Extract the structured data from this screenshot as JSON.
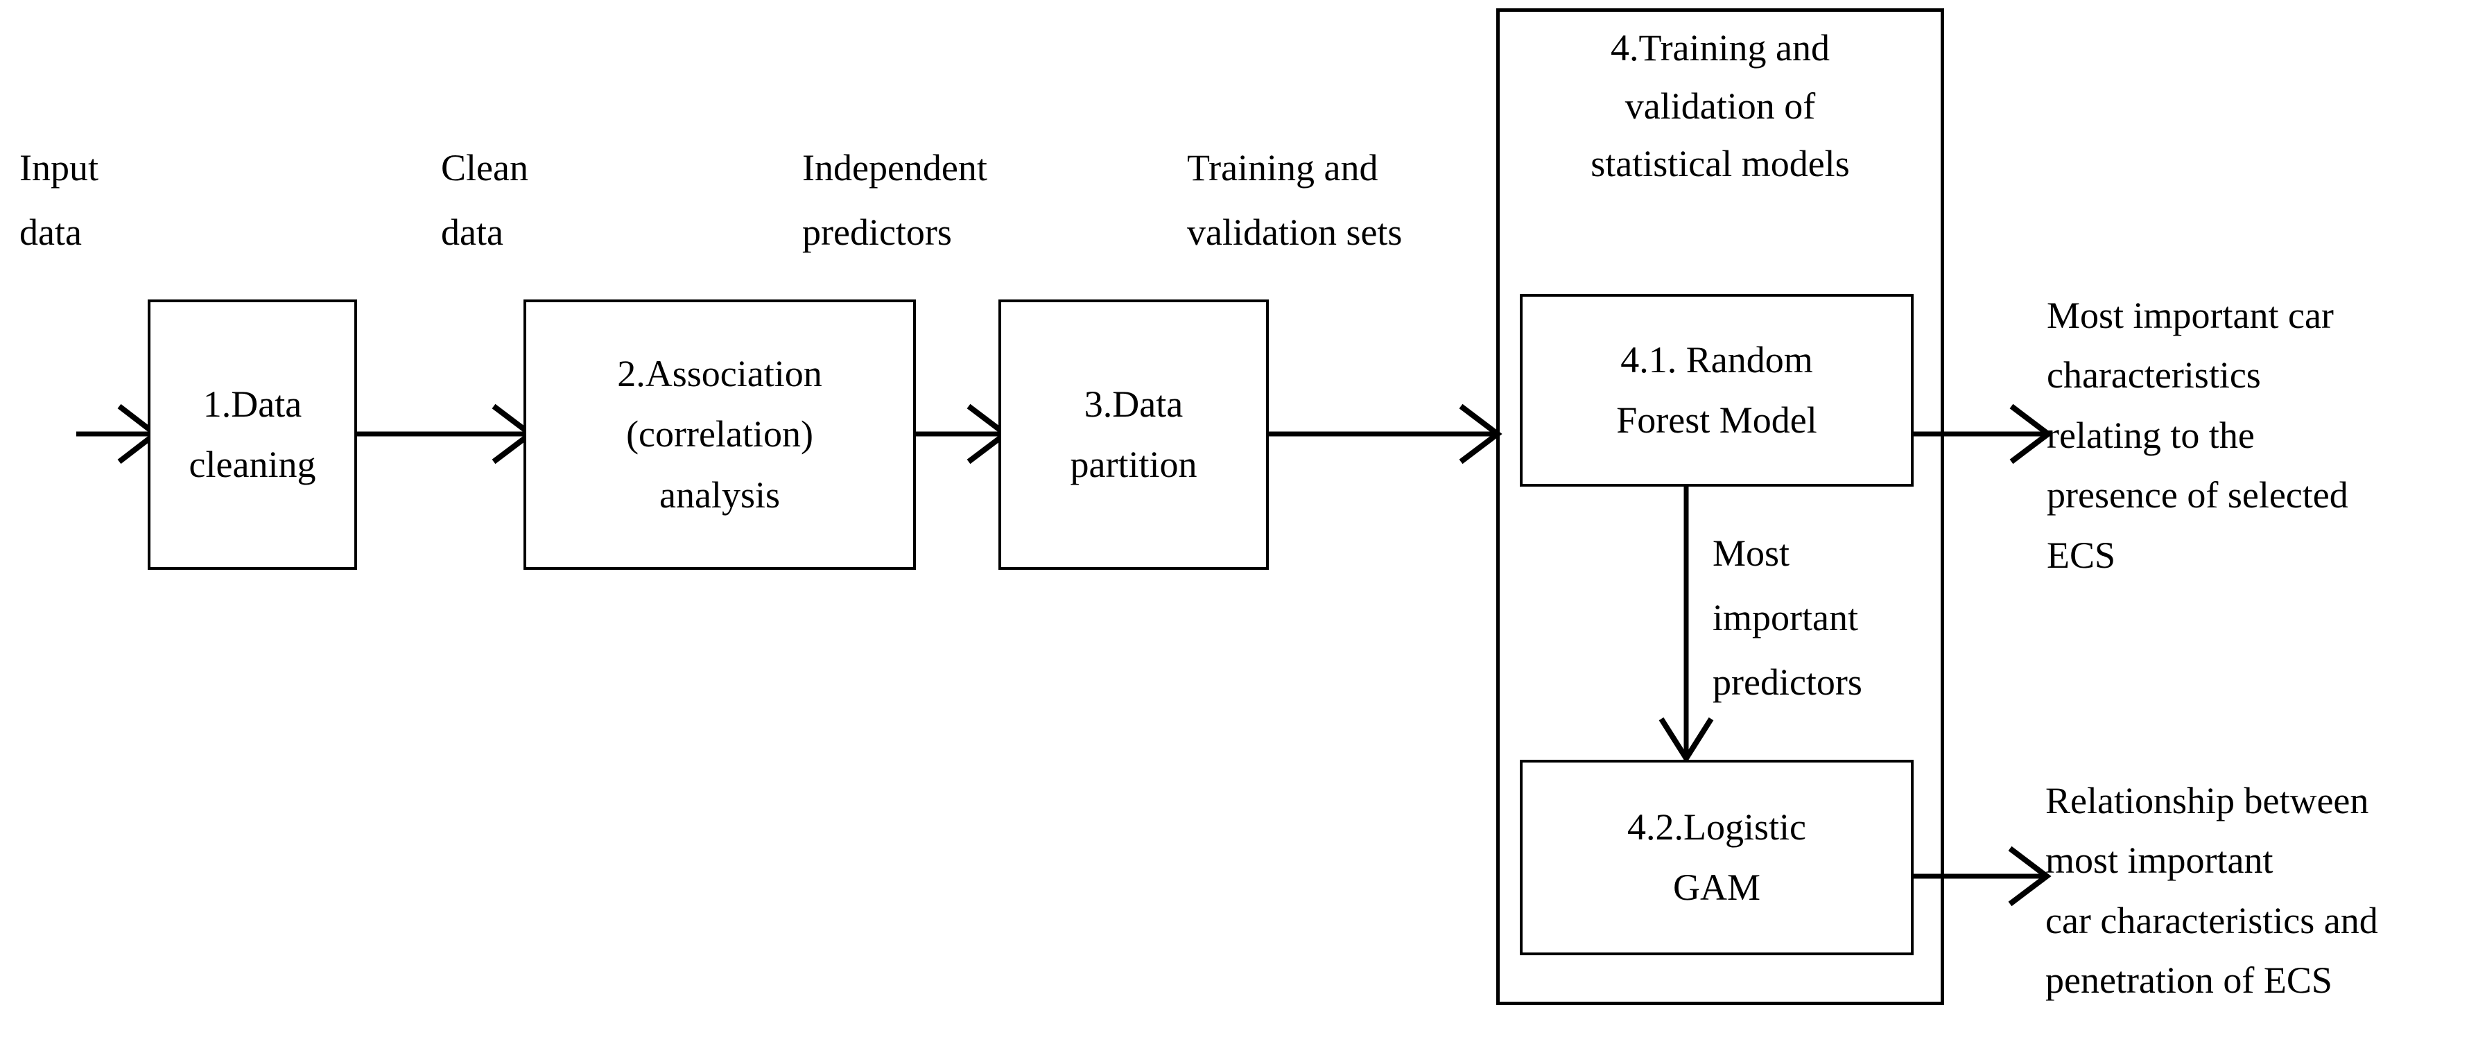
{
  "diagram": {
    "title": "Statistical modelling workflow for car characteristics and ECS penetration",
    "type": "flowchart",
    "orientation": "left-to-right",
    "stroke_color": "#000000",
    "background_color": "#ffffff"
  },
  "nodes": [
    {
      "id": "step1",
      "lines": [
        "1.Data",
        "cleaning"
      ],
      "line1": "1.Data",
      "line2": "cleaning"
    },
    {
      "id": "step2",
      "lines": [
        "2.Association",
        "(correlation)",
        "analysis"
      ],
      "line1": "2.Association",
      "line2": "(correlation)",
      "line3": "analysis"
    },
    {
      "id": "step3",
      "lines": [
        "3.Data",
        "partition"
      ],
      "line1": "3.Data",
      "line2": "partition"
    },
    {
      "id": "step41",
      "lines": [
        "4.1. Random",
        "Forest Model"
      ],
      "line1": "4.1. Random",
      "line2": "Forest Model"
    },
    {
      "id": "step42",
      "lines": [
        "4.2.Logistic",
        "GAM"
      ],
      "line1": "4.2.Logistic",
      "line2": "GAM"
    }
  ],
  "group": {
    "id": "step4",
    "title_lines": [
      "4.Training and",
      "validation of",
      "statistical models"
    ],
    "title_line1": "4.Training and",
    "title_line2": "validation of",
    "title_line3": "statistical models"
  },
  "edge_labels": [
    {
      "id": "input-data",
      "lines": [
        "Input",
        "data"
      ],
      "line1": "Input",
      "line2": "data"
    },
    {
      "id": "clean-data",
      "lines": [
        "Clean",
        "data"
      ],
      "line1": "Clean",
      "line2": "data"
    },
    {
      "id": "independent-predictors",
      "lines": [
        "Independent",
        "predictors"
      ],
      "line1": "Independent",
      "line2": "predictors"
    },
    {
      "id": "training-validation-sets",
      "lines": [
        "Training and",
        "validation sets"
      ],
      "line1": "Training and",
      "line2": "validation sets"
    },
    {
      "id": "most-important-predictors",
      "lines": [
        "Most",
        "important",
        "predictors"
      ],
      "line1": "Most",
      "line2": "important",
      "line3": "predictors"
    }
  ],
  "outputs": [
    {
      "id": "output-rf",
      "lines": [
        "Most important car",
        "characteristics",
        "relating to the",
        "presence of selected",
        "ECS"
      ],
      "line1": "Most important car",
      "line2": "characteristics",
      "line3": "relating to the",
      "line4": "presence of selected",
      "line5": "ECS"
    },
    {
      "id": "output-gam",
      "lines": [
        "Relationship between",
        "most important",
        "car characteristics and",
        "penetration of ECS"
      ],
      "line1": "Relationship between",
      "line2": "most important",
      "line3": "car characteristics and",
      "line4": "penetration of ECS"
    }
  ]
}
